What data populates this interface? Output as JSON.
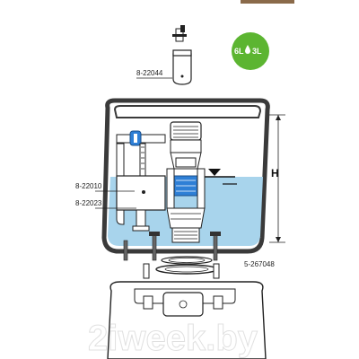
{
  "labels": {
    "part_top": "8-22044",
    "part_valve": "8-22010",
    "part_fill": "8-22023",
    "part_base": "5-267048",
    "height_marker": "H"
  },
  "eco_badge": {
    "left": "6L",
    "right": "3L",
    "color": "#5cb531"
  },
  "watermark": "2iweek.by",
  "colors": {
    "water": "#a8d4ec",
    "tank_wall": "#3a3a3a",
    "accent_blue": "#2e7fd6"
  }
}
